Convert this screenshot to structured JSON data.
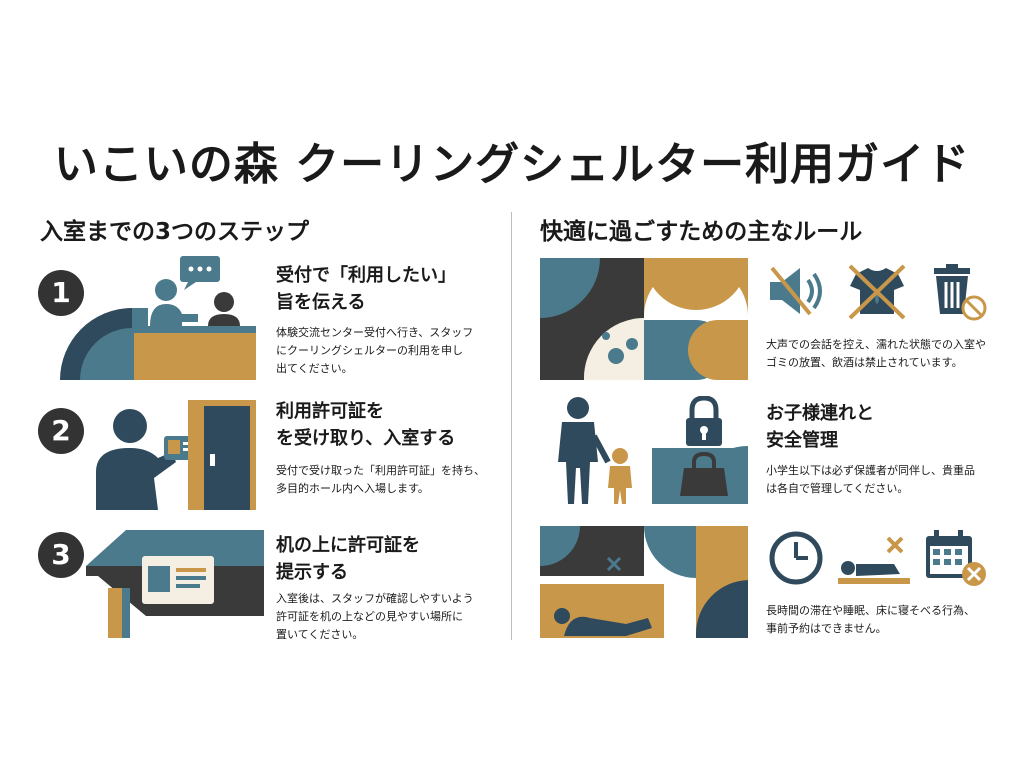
{
  "title": "いこいの森 クーリングシェルター利用ガイド",
  "left": {
    "heading": "入室までの3つのステップ",
    "steps": [
      {
        "number": "1",
        "title_line1": "受付で「利用したい」",
        "title_line2": "旨を伝える",
        "desc_line1": "体験交流センター受付へ行き、スタッフ",
        "desc_line2": "にクーリングシェルターの利用を申し",
        "desc_line3": "出てください。"
      },
      {
        "number": "2",
        "title_line1": "利用許可証を",
        "title_line2": "を受け取り、入室する",
        "desc_line1": "受付で受け取った「利用許可証」を持ち、",
        "desc_line2": "多目的ホール内へ入場します。"
      },
      {
        "number": "3",
        "title_line1": "机の上に許可証を",
        "title_line2": "提示する",
        "desc_line1": "入室後は、スタッフが確認しやすいよう",
        "desc_line2": "許可証を机の上などの見やすい場所に",
        "desc_line3": "置いてください。"
      }
    ]
  },
  "right": {
    "heading": "快適に過ごすための主なルール",
    "rules": [
      {
        "desc_line1": "大声での会話を控え、濡れた状態での入室や",
        "desc_line2": "ゴミの放置、飲酒は禁止されています。"
      },
      {
        "title_line1": "お子様連れと",
        "title_line2": "安全管理",
        "desc_line1": "小学生以下は必ず保護者が同伴し、貴重品",
        "desc_line2": "は各自で管理してください。"
      },
      {
        "desc_line1": "長時間の滞在や睡眠、床に寝そべる行為、",
        "desc_line2": "事前予約はできません。"
      }
    ]
  },
  "icons": [
    "speech-bubble-icon",
    "reception-staff-icon",
    "person-with-card-icon",
    "door-icon",
    "permit-card-icon",
    "muted-speaker-icon",
    "no-wet-clothes-icon",
    "no-trash-icon",
    "parent-child-icon",
    "padlock-icon",
    "handbag-icon",
    "clock-icon",
    "lying-person-icon",
    "calendar-no-icon"
  ],
  "colors": {
    "teal": "#4a7a8c",
    "navy": "#2f4a5c",
    "gold": "#c9974a",
    "charcoal": "#3a3a3a",
    "cream": "#f4efe2"
  }
}
